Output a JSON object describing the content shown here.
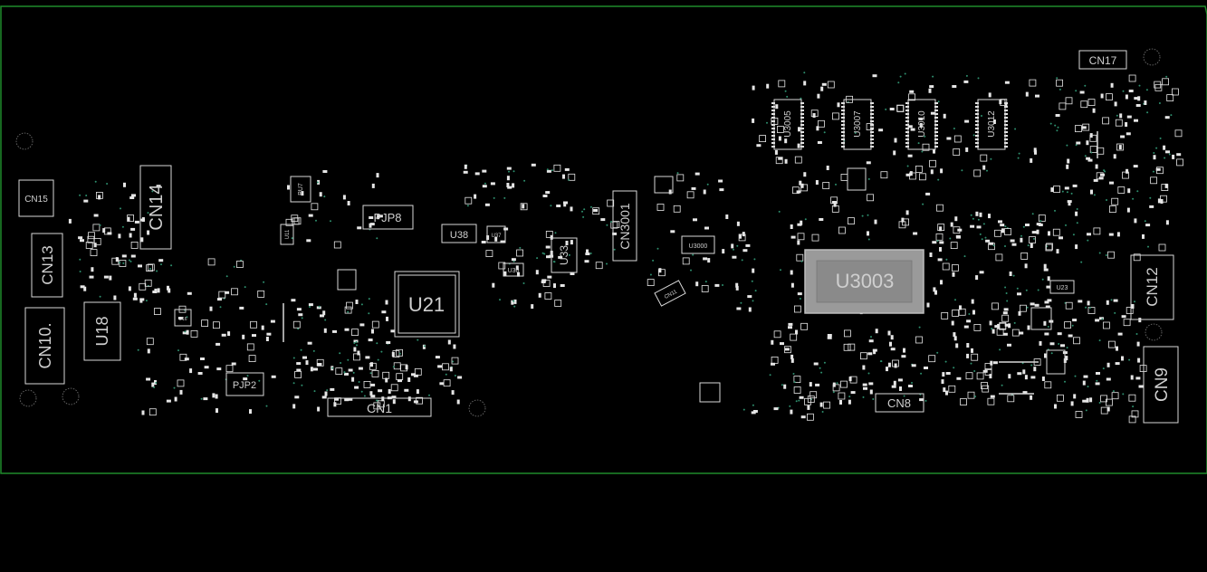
{
  "board": {
    "outline_color": "#1f8a2a",
    "silkscreen_color": "#d8d8d8",
    "via_color": "#2e8f6e",
    "background": "#000000"
  },
  "components": {
    "cn15": "CN15",
    "cn14": "CN14",
    "cn13": "CN13",
    "cn10": "CN10.",
    "u18": "U18",
    "pjp2": "PJP2",
    "pjp8": "PJP8",
    "u38": "U38",
    "u21": "U21",
    "cn1": "CN1",
    "u33": "U33",
    "cn3001": "CN3001",
    "u3000": "U3000",
    "cn11": "CN11",
    "u3005": "U3005",
    "u3007": "U3007",
    "u3010": "U3010",
    "u3012": "U3012",
    "u3003": "U3003",
    "cn8": "CN8",
    "cn17": "CN17",
    "cn12": "CN12",
    "cn9": "CN9",
    "u23": "U23",
    "pu7": "PU7",
    "u11": "U11",
    "u30": "U30",
    "u37": "U37",
    "u16": "U16"
  }
}
